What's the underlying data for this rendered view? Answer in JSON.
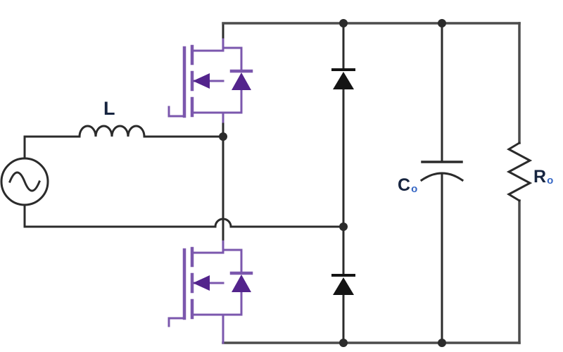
{
  "diagram": {
    "type": "circuit-schematic",
    "description_visible_text_only": true
  },
  "labels": {
    "inductor": "L",
    "capacitor": {
      "main": "C",
      "sub": "o"
    },
    "resistor": {
      "main": "R",
      "sub": "o"
    }
  },
  "components": [
    {
      "name": "ac-source",
      "symbol": "ac-voltage-source-circle-sine"
    },
    {
      "name": "boost-inductor",
      "symbol": "inductor-4-humps",
      "label": "L"
    },
    {
      "name": "high-side-mosfet",
      "symbol": "n-mosfet-with-body-diode"
    },
    {
      "name": "low-side-mosfet",
      "symbol": "n-mosfet-with-body-diode"
    },
    {
      "name": "rectifier-diode-top",
      "symbol": "diode-pointing-up"
    },
    {
      "name": "rectifier-diode-bottom",
      "symbol": "diode-pointing-up"
    },
    {
      "name": "output-capacitor",
      "symbol": "polarized-capacitor",
      "label": "Co"
    },
    {
      "name": "load-resistor",
      "symbol": "resistor-zigzag",
      "label": "Ro"
    },
    {
      "name": "wire-crossover-hop",
      "symbol": "no-connection-jump"
    }
  ],
  "colors": {
    "background": "#ffffff",
    "wire": "#2b2b2b",
    "rail": "#4c4c4c",
    "mosfet_stroke": "#7b57ad",
    "mosfet_fill": "#53248c",
    "diode_fill": "#141414",
    "label_main": "#16243f",
    "label_sub": "#3566c4"
  }
}
